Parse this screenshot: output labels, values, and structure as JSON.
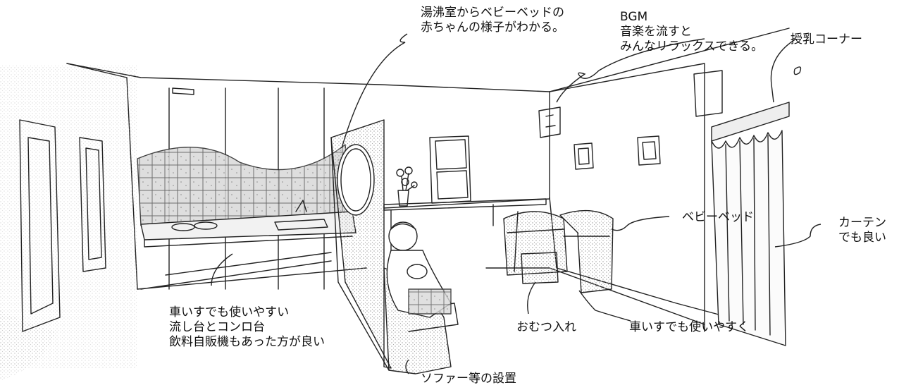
{
  "annotations": {
    "water_room": {
      "lines": [
        "湯沸室からベビーベッドの",
        "赤ちゃんの様子がわかる。"
      ]
    },
    "bgm": {
      "lines": [
        "BGM",
        "音楽を流すと",
        "みんなリラックスできる。"
      ]
    },
    "nursing_corner": {
      "lines": [
        "授乳コーナー"
      ]
    },
    "baby_bed": {
      "lines": [
        "ベビーベッド"
      ]
    },
    "curtain": {
      "lines": [
        "カーテン",
        "でも良い"
      ]
    },
    "sink": {
      "lines": [
        "車いすでも使いやすい",
        "流し台とコンロ台",
        "飲料自販機もあった方が良い"
      ]
    },
    "diaper": {
      "lines": [
        "おむつ入れ"
      ]
    },
    "wheelchair": {
      "lines": [
        "車いすでも使いやすく"
      ]
    },
    "sofa": {
      "lines": [
        "ソファー等の設置"
      ]
    }
  },
  "colors": {
    "ink": "#222222",
    "stipple": "#b8b8b8",
    "tile": "#8a8a8a"
  }
}
